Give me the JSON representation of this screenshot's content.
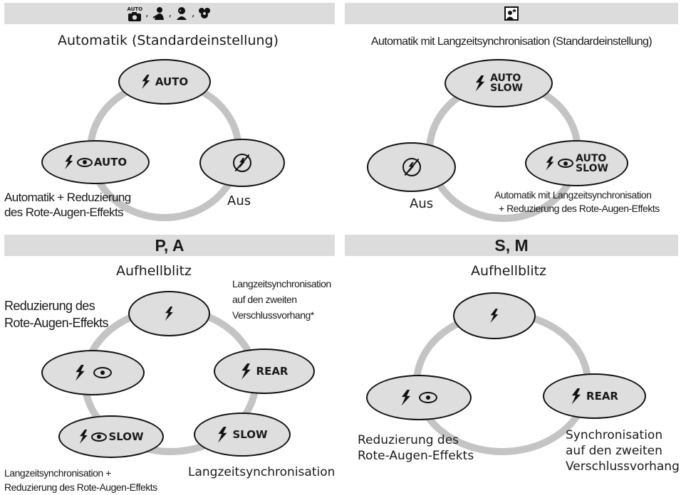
{
  "sections": {
    "top_left": {
      "header_icons": [
        "auto-camera-icon",
        "portrait-scene-icon",
        "child-scene-icon",
        "closeup-scene-icon"
      ],
      "header_separators": [
        ",",
        ",",
        ","
      ],
      "title": "Automatik (Standardeinstellung)",
      "buttons": [
        {
          "mode": "AUTO"
        },
        {
          "mode": "AUTO"
        },
        {
          "mode": ""
        }
      ],
      "labels": {
        "red_eye": [
          "Automatik + Reduzierung",
          "des Rote-Augen-Effekts"
        ],
        "off": "Aus"
      }
    },
    "top_right": {
      "header_icons": [
        "night-portrait-icon"
      ],
      "title": "Automatik mit Langzeitsynchronisation (Standardeinstellung)",
      "buttons": [
        {
          "mode": [
            "AUTO",
            "SLOW"
          ]
        },
        {
          "mode": [
            "AUTO",
            "SLOW"
          ]
        },
        {
          "mode": ""
        }
      ],
      "labels": {
        "off": "Aus",
        "red_eye_slow": [
          "Automatik mit Langzeitsynchronisation",
          "+ Reduzierung des Rote-Augen-Effekts"
        ]
      }
    },
    "bottom_left": {
      "header": "P, A",
      "title": "Aufhellblitz",
      "buttons": [
        {
          "mode": ""
        },
        {
          "mode": "REAR"
        },
        {
          "mode": "SLOW"
        },
        {
          "mode": "SLOW"
        },
        {
          "mode": ""
        }
      ],
      "labels": {
        "rear": [
          "Langzeitsynchronisation",
          "auf den zweiten",
          "Verschlussvorhang*"
        ],
        "red_eye": [
          "Reduzierung des",
          "Rote-Augen-Effekts"
        ],
        "slow": "Langzeitsynchronisation",
        "red_eye_slow": [
          "Langzeitsynchronisation +",
          "Reduzierung des Rote-Augen-Effekts"
        ]
      }
    },
    "bottom_right": {
      "header": "S, M",
      "title": "Aufhellblitz",
      "buttons": [
        {
          "mode": ""
        },
        {
          "mode": "REAR"
        },
        {
          "mode": ""
        }
      ],
      "labels": {
        "red_eye": [
          "Reduzierung des",
          "Rote-Augen-Effekts"
        ],
        "rear": [
          "Synchronisation",
          "auf den zweiten",
          "Verschlussvorhang"
        ]
      }
    }
  }
}
